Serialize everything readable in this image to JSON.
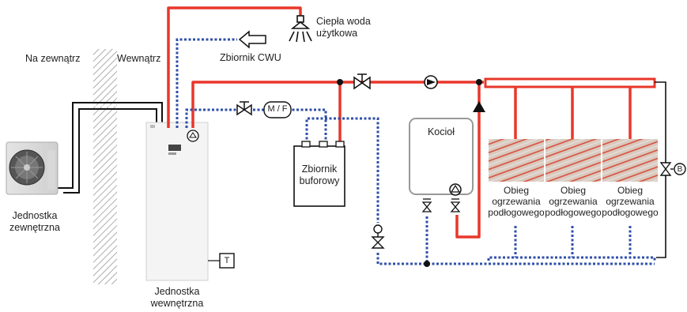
{
  "labels": {
    "outside": "Na zewnątrz",
    "inside": "Wewnątrz",
    "hot_water_line1": "Ciepła woda",
    "hot_water_line2": "użytkowa",
    "dhw_tank": "Zbiornik CWU",
    "outdoor_unit_line1": "Jednostka",
    "outdoor_unit_line2": "zewnętrzna",
    "indoor_unit_line1": "Jednostka",
    "indoor_unit_line2": "wewnętrzna",
    "buffer_tank_line1": "Zbiornik",
    "buffer_tank_line2": "buforowy",
    "boiler": "Kocioł",
    "mf_valve": "M / F",
    "thermostat": "T",
    "valve_b": "B",
    "circuit_line1": "Obieg",
    "circuit_line2": "ogrzewania",
    "circuit_line3": "podłogowego"
  },
  "colors": {
    "hot_pipe": "#e8372a",
    "return_pipe": "#2f4fa8",
    "refrigerant_pipe": "#111111",
    "wall_hatch": "#9a9a9a"
  },
  "icons": [
    "shower-icon",
    "arrow-left-icon",
    "pump-icon",
    "check-valve-icon",
    "shutoff-valve-icon",
    "three-way-valve-icon",
    "outdoor-fan-icon"
  ]
}
